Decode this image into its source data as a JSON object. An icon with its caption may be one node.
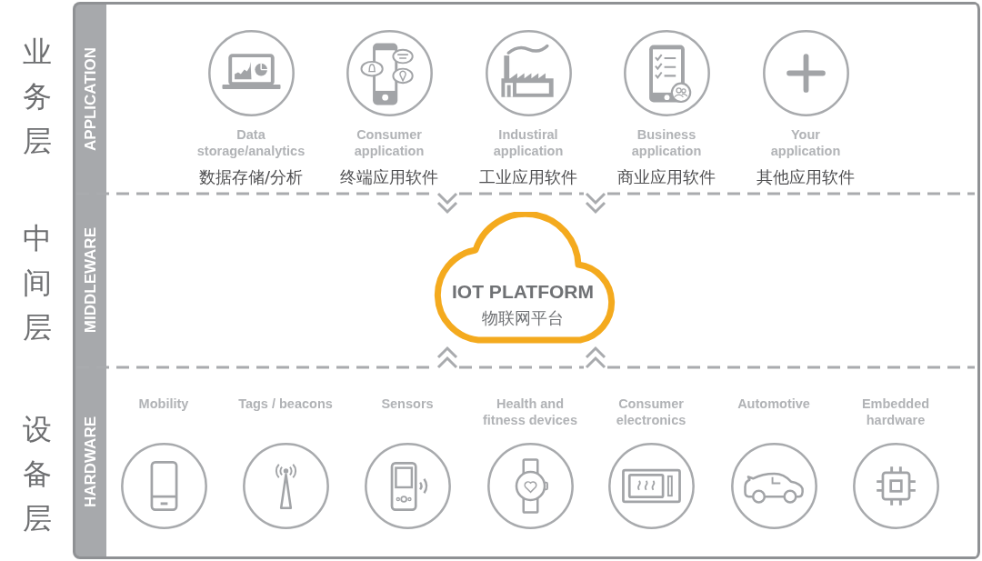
{
  "diagram": {
    "nodes": [
      {
        "text": [
          "APPLICATION"
        ],
        "beside": [
          "业务层"
        ]
      },
      {
        "text": [
          "Data storage/analytics",
          "数据存储/分析"
        ],
        "in": 0
      },
      {
        "text": [
          "Consumer application",
          "终端应用软件"
        ],
        "in": 0
      },
      {
        "text": [
          "Industiral application",
          "工业应用软件"
        ],
        "in": 0
      },
      {
        "text": [
          "Business application",
          "商业应用软件"
        ],
        "in": 0
      },
      {
        "text": [
          "Your application",
          "其他应用软件"
        ],
        "in": 0
      },
      {
        "text": [
          "MIDDLEWARE"
        ],
        "beside": [
          "中间层"
        ]
      },
      {
        "text": [
          "IOT PLATFORM",
          "物联网平台"
        ],
        "in": 6
      },
      {
        "text": [
          "HARDWARE"
        ],
        "beside": [
          "设备层"
        ]
      },
      {
        "text": [
          "Mobility"
        ],
        "in": 8
      },
      {
        "text": [
          "Tags / beacons"
        ],
        "in": 8
      },
      {
        "text": [
          "Sensors"
        ],
        "in": 8
      },
      {
        "text": [
          "Health and fitness devices"
        ],
        "in": 8
      },
      {
        "text": [
          "Consumer electronics"
        ],
        "in": 8
      },
      {
        "text": [
          "Automotive"
        ],
        "in": 8
      },
      {
        "text": [
          "Embedded hardware"
        ],
        "in": 8
      }
    ],
    "edges": [
      {
        "from": 0,
        "to": 7,
        "arrow": "to"
      },
      {
        "from": 0,
        "to": 7,
        "arrow": "to"
      },
      {
        "from": 8,
        "to": 7,
        "arrow": "to"
      },
      {
        "from": 8,
        "to": 7,
        "arrow": "to"
      }
    ]
  }
}
